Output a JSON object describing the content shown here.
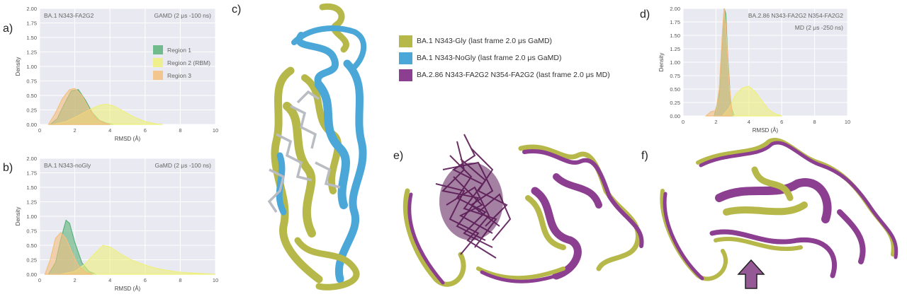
{
  "panel_letters": {
    "a": "a)",
    "b": "b)",
    "c": "c)",
    "d": "d)",
    "e": "e)",
    "f": "f)"
  },
  "colors": {
    "region1": "#5cb27a",
    "region2": "#eef07c",
    "region3": "#f5bf7e",
    "plot_bg": "#e9e9f1",
    "gly": "#b7b84a",
    "nogly": "#4aa7d8",
    "fa2g2": "#8c3f90"
  },
  "structure_legend": [
    {
      "label": "BA.1 N343-Gly (last frame 2.0 μs GaMD)",
      "color": "#b7b84a"
    },
    {
      "label": "BA.1 N343-NoGly (last frame 2.0 μs GaMD)",
      "color": "#4aa7d8"
    },
    {
      "label": "BA.2.86 N343-FA2G2 N354-FA2G2 (last frame 2.0 μs MD)",
      "color": "#8c3f90"
    }
  ],
  "chart_data": [
    {
      "id": "a",
      "type": "area",
      "title_left": "BA.1 N343-FA2G2",
      "title_right": "GAMD (2 μs -100 ns)",
      "xlabel": "RMSD (Å)",
      "ylabel": "Density",
      "xlim": [
        0,
        10
      ],
      "ylim": [
        0,
        2
      ],
      "xticks": [
        "0",
        "2",
        "4",
        "6",
        "8",
        "10"
      ],
      "yticks": [
        "0.00",
        "0.25",
        "0.50",
        "0.75",
        "1.00",
        "1.25",
        "1.50",
        "1.75",
        "2.00"
      ],
      "grid": true,
      "legend_position": "top-right",
      "series": [
        {
          "name": "Region 1",
          "color": "#5cb27a",
          "x": [
            0.6,
            1.0,
            1.4,
            1.8,
            2.2,
            2.6,
            3.0,
            3.4,
            3.8,
            4.2
          ],
          "y": [
            0.0,
            0.1,
            0.35,
            0.58,
            0.6,
            0.42,
            0.2,
            0.07,
            0.02,
            0.0
          ]
        },
        {
          "name": "Region 2 (RBM)",
          "color": "#eef07c",
          "x": [
            0.8,
            1.5,
            2.2,
            2.8,
            3.4,
            3.8,
            4.2,
            4.8,
            5.4,
            6.0,
            6.6,
            7.0
          ],
          "y": [
            0.0,
            0.05,
            0.15,
            0.25,
            0.33,
            0.35,
            0.32,
            0.22,
            0.12,
            0.05,
            0.01,
            0.0
          ]
        },
        {
          "name": "Region 3",
          "color": "#f5bf7e",
          "x": [
            0.5,
            0.9,
            1.3,
            1.7,
            2.0,
            2.4,
            2.8,
            3.2,
            3.6,
            4.0
          ],
          "y": [
            0.0,
            0.2,
            0.45,
            0.6,
            0.62,
            0.5,
            0.28,
            0.1,
            0.03,
            0.0
          ]
        }
      ]
    },
    {
      "id": "b",
      "type": "area",
      "title_left": "BA.1 N343-noGly",
      "title_right": "GaMD (2 μs -100 ns)",
      "xlabel": "RMSD (Å)",
      "ylabel": "Density",
      "xlim": [
        0,
        10
      ],
      "ylim": [
        0,
        2
      ],
      "xticks": [
        "0",
        "2",
        "4",
        "6",
        "8",
        "10"
      ],
      "yticks": [
        "0.00",
        "0.25",
        "0.50",
        "0.75",
        "1.00",
        "1.25",
        "1.50",
        "1.75",
        "2.00"
      ],
      "grid": true,
      "series": [
        {
          "name": "Region 1",
          "color": "#5cb27a",
          "x": [
            0.5,
            0.9,
            1.2,
            1.5,
            1.7,
            2.0,
            2.4,
            2.8,
            3.2
          ],
          "y": [
            0.0,
            0.2,
            0.6,
            0.93,
            0.88,
            0.55,
            0.2,
            0.05,
            0.0
          ]
        },
        {
          "name": "Region 2 (RBM)",
          "color": "#eef07c",
          "x": [
            1.2,
            2.0,
            2.6,
            3.2,
            3.6,
            4.0,
            4.6,
            5.2,
            5.8,
            6.4,
            7.0,
            7.6,
            8.2,
            8.8,
            9.4,
            10.0
          ],
          "y": [
            0.0,
            0.05,
            0.18,
            0.38,
            0.5,
            0.47,
            0.35,
            0.25,
            0.18,
            0.12,
            0.08,
            0.05,
            0.03,
            0.02,
            0.01,
            0.0
          ]
        },
        {
          "name": "Region 3",
          "color": "#f5bf7e",
          "x": [
            0.3,
            0.6,
            0.9,
            1.2,
            1.5,
            1.8,
            2.2,
            2.6,
            3.0
          ],
          "y": [
            0.0,
            0.25,
            0.62,
            0.72,
            0.62,
            0.4,
            0.15,
            0.04,
            0.0
          ]
        }
      ]
    },
    {
      "id": "d",
      "type": "area",
      "title_left": "BA.2.86 N343-FA2G2 N354-FA2G2",
      "title_right": "MD (2 μs -250 ns)",
      "xlabel": "RMSD (Å)",
      "ylabel": "Density",
      "xlim": [
        0,
        10
      ],
      "ylim": [
        0,
        2
      ],
      "xticks": [
        "0",
        "2",
        "4",
        "6",
        "8",
        "10"
      ],
      "yticks": [
        "0.00",
        "0.25",
        "0.50",
        "0.75",
        "1.00",
        "1.25",
        "1.50",
        "1.75",
        "2.00"
      ],
      "grid": true,
      "series": [
        {
          "name": "Region 1",
          "color": "#5cb27a",
          "x": [
            1.9,
            2.2,
            2.4,
            2.5,
            2.6,
            2.7,
            2.9,
            3.1
          ],
          "y": [
            0.0,
            0.4,
            1.5,
            2.0,
            1.9,
            1.2,
            0.2,
            0.0
          ]
        },
        {
          "name": "Region 2 (RBM)",
          "color": "#eef07c",
          "x": [
            2.4,
            2.8,
            3.2,
            3.6,
            4.0,
            4.4,
            4.8,
            5.2,
            5.6,
            6.0
          ],
          "y": [
            0.0,
            0.15,
            0.4,
            0.52,
            0.55,
            0.45,
            0.28,
            0.12,
            0.04,
            0.0
          ]
        },
        {
          "name": "Region 3",
          "color": "#f5bf7e",
          "x": [
            1.4,
            1.7,
            2.0,
            2.2,
            2.4,
            2.5,
            2.6,
            2.8,
            3.0
          ],
          "y": [
            0.0,
            0.08,
            0.1,
            0.5,
            1.6,
            2.0,
            1.7,
            0.6,
            0.0
          ]
        }
      ]
    }
  ]
}
